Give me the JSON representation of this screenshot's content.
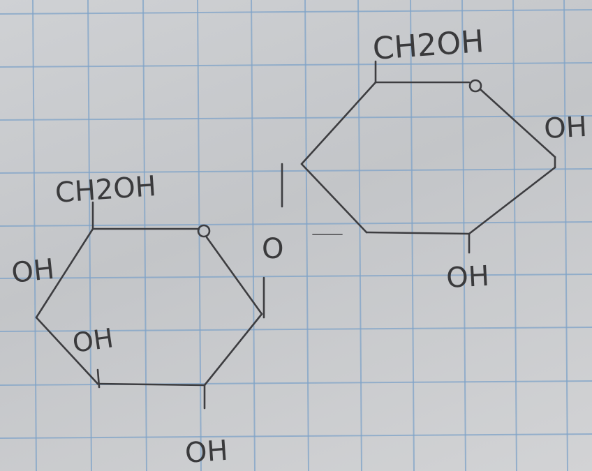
{
  "sheet": {
    "paper_color": "#c7c9cc",
    "grid_color": "#7fa3c8",
    "ink_color": "#3d3d40"
  },
  "molecule_left": {
    "ch2oh_label": "CH2OH",
    "ring_oxygen_label": "o",
    "oh_left": "OH",
    "oh_inner": "OH",
    "oh_bottom": "OH",
    "bridge_oxygen_label": "O"
  },
  "molecule_right": {
    "ch2oh_label": "CH2OH",
    "ring_oxygen_label": "o",
    "oh_right": "OH",
    "oh_bottom": "OH"
  }
}
